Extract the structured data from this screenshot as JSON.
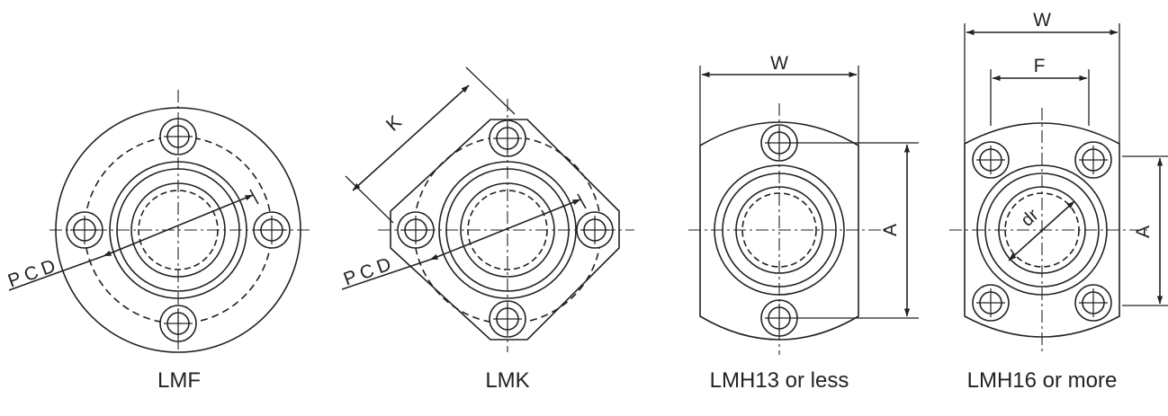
{
  "colors": {
    "line": "#222222",
    "background": "#ffffff"
  },
  "figures": [
    {
      "id": "lmf",
      "caption": "LMF",
      "dimension_labels": [
        "PCD"
      ]
    },
    {
      "id": "lmk",
      "caption": "LMK",
      "dimension_labels": [
        "K",
        "PCD"
      ]
    },
    {
      "id": "lmh13",
      "caption": "LMH13 or less",
      "dimension_labels": [
        "W",
        "A"
      ]
    },
    {
      "id": "lmh16",
      "caption": "LMH16 or more",
      "dimension_labels": [
        "W",
        "F",
        "A",
        "dr"
      ]
    }
  ]
}
